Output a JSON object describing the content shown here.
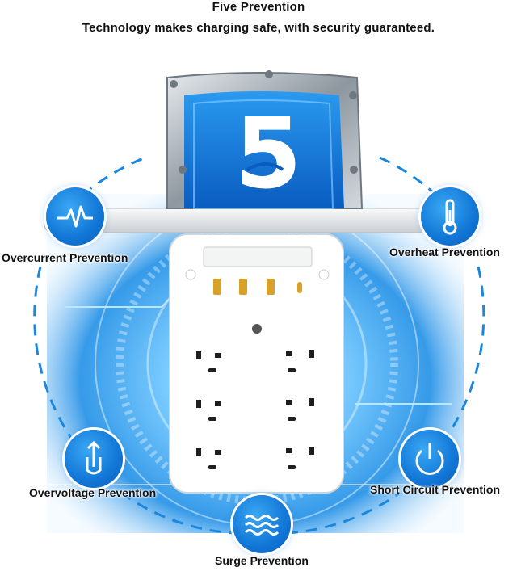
{
  "header": {
    "title": "Five Prevention",
    "subtitle": "Technology makes charging safe, with security guaranteed."
  },
  "shield": {
    "number": "5"
  },
  "features": [
    {
      "label": "Overcurrent Prevention",
      "icon": "waveform-icon"
    },
    {
      "label": "Overheat Prevention",
      "icon": "thermometer-icon"
    },
    {
      "label": "Overvoltage Prevention",
      "icon": "voltage-arrow-icon"
    },
    {
      "label": "Short Circuit Prevention",
      "icon": "power-icon"
    },
    {
      "label": "Surge Prevention",
      "icon": "surge-waves-icon"
    }
  ],
  "colors": {
    "accent": "#1676d6",
    "glow": "#5fc2ff",
    "shield_steel": "#9aa3ab"
  }
}
